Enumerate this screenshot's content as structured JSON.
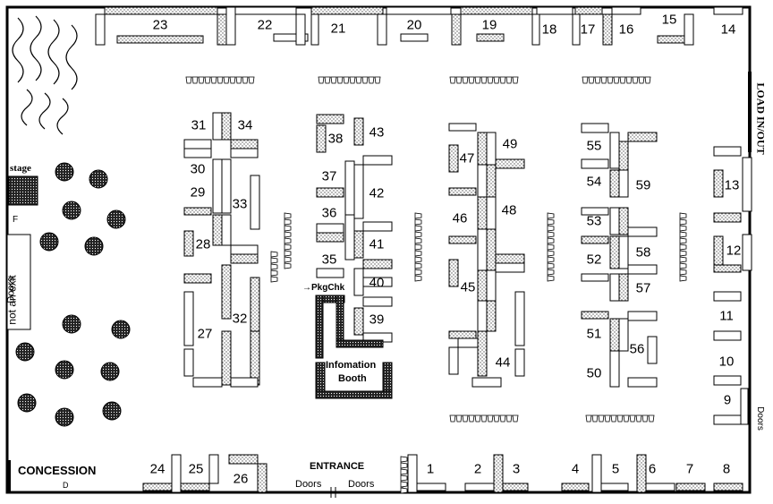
{
  "labels": {
    "stage": "stage",
    "concession": "CONCESSION",
    "entrance": "ENTRANCE",
    "doors_left": "Doors",
    "doors_right": "Doors",
    "doors_side": "Doors",
    "doors_not_exit": "not an exit",
    "doors_east": "Doors",
    "load": "LOAD IN/OUT",
    "pkgchk": "→PkgChk",
    "info_line1": "Infomation",
    "info_line2": "Booth",
    "f_marker": "F",
    "d_marker": "D"
  },
  "booths": [
    {
      "n": "23"
    },
    {
      "n": "22"
    },
    {
      "n": "21"
    },
    {
      "n": "20"
    },
    {
      "n": "19"
    },
    {
      "n": "18"
    },
    {
      "n": "17"
    },
    {
      "n": "16"
    },
    {
      "n": "15"
    },
    {
      "n": "14"
    },
    {
      "n": "31"
    },
    {
      "n": "34"
    },
    {
      "n": "30"
    },
    {
      "n": "29"
    },
    {
      "n": "33"
    },
    {
      "n": "28"
    },
    {
      "n": "32"
    },
    {
      "n": "27"
    },
    {
      "n": "38"
    },
    {
      "n": "43"
    },
    {
      "n": "37"
    },
    {
      "n": "42"
    },
    {
      "n": "36"
    },
    {
      "n": "41"
    },
    {
      "n": "35"
    },
    {
      "n": "40"
    },
    {
      "n": "39"
    },
    {
      "n": "49"
    },
    {
      "n": "47"
    },
    {
      "n": "48"
    },
    {
      "n": "46"
    },
    {
      "n": "45"
    },
    {
      "n": "44"
    },
    {
      "n": "55"
    },
    {
      "n": "54"
    },
    {
      "n": "59"
    },
    {
      "n": "53"
    },
    {
      "n": "58"
    },
    {
      "n": "52"
    },
    {
      "n": "57"
    },
    {
      "n": "51"
    },
    {
      "n": "56"
    },
    {
      "n": "50"
    },
    {
      "n": "13"
    },
    {
      "n": "12"
    },
    {
      "n": "11"
    },
    {
      "n": "10"
    },
    {
      "n": "9"
    },
    {
      "n": "24"
    },
    {
      "n": "25"
    },
    {
      "n": "26"
    },
    {
      "n": "1"
    },
    {
      "n": "2"
    },
    {
      "n": "3"
    },
    {
      "n": "4"
    },
    {
      "n": "5"
    },
    {
      "n": "6"
    },
    {
      "n": "7"
    },
    {
      "n": "8"
    }
  ]
}
